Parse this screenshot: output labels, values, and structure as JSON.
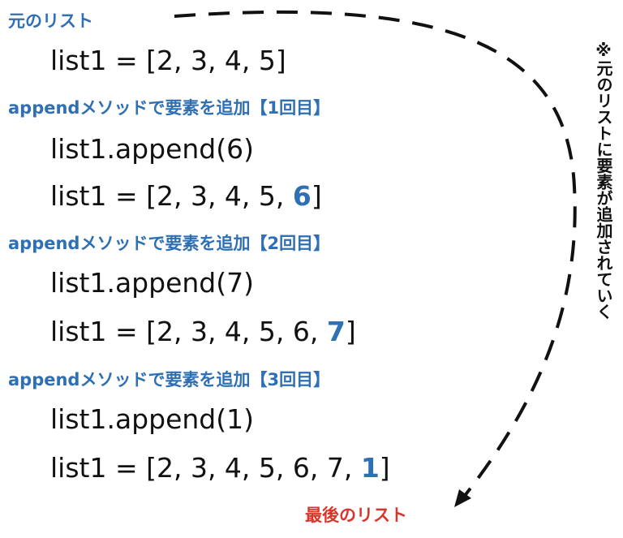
{
  "original": {
    "heading": "元のリスト",
    "code": "list1 = [2, 3, 4, 5]"
  },
  "steps": [
    {
      "heading": "appendメソッドで要素を追加【1回目】",
      "call": "list1.append(6)",
      "result_prefix": "list1 = [2, 3, 4, 5, ",
      "result_added": "6",
      "result_suffix": "]"
    },
    {
      "heading": "appendメソッドで要素を追加【2回目】",
      "call": "list1.append(7)",
      "result_prefix": "list1 = [2, 3, 4, 5, 6, ",
      "result_added": "7",
      "result_suffix": "]"
    },
    {
      "heading": "appendメソッドで要素を追加【3回目】",
      "call": "list1.append(1)",
      "result_prefix": "list1 = [2, 3, 4, 5, 6, 7, ",
      "result_added": "1",
      "result_suffix": "]"
    }
  ],
  "final_label": "最後のリスト",
  "side_note": "※元のリストに要素が追加されていく",
  "colors": {
    "heading": "#2f6fb3",
    "added_value": "#2f6fb3",
    "final_label": "#d9362b",
    "text": "#111111"
  }
}
